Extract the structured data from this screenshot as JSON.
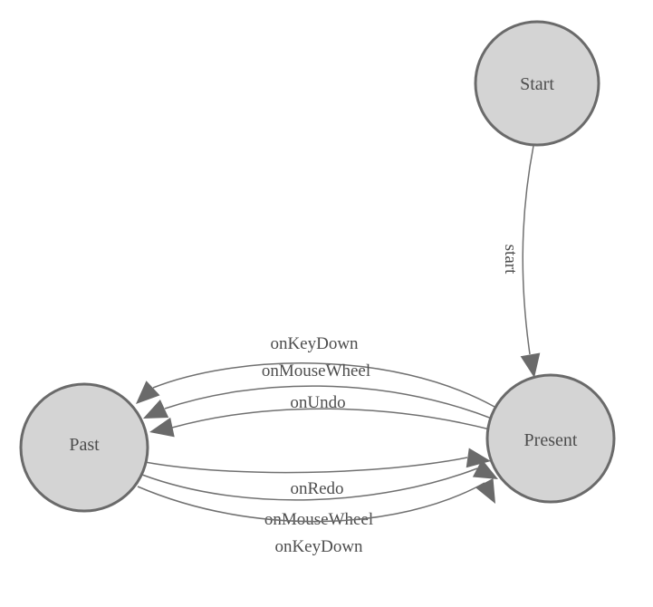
{
  "diagram": {
    "colors": {
      "background": "#ffffff",
      "node_fill": "#d4d4d4",
      "node_stroke": "#6a6a6a",
      "edge_stroke": "#707070",
      "arrow_fill": "#6a6a6a",
      "label_color": "#4d4d4d"
    },
    "nodes": {
      "start": {
        "label": "Start"
      },
      "present": {
        "label": "Present"
      },
      "past": {
        "label": "Past"
      }
    },
    "edges": {
      "start_to_present": {
        "label": "start"
      },
      "present_to_past": [
        {
          "label": "onKeyDown"
        },
        {
          "label": "onMouseWheel"
        },
        {
          "label": "onUndo"
        }
      ],
      "past_to_present": [
        {
          "label": "onRedo"
        },
        {
          "label": "onMouseWheel"
        },
        {
          "label": "onKeyDown"
        }
      ]
    }
  }
}
